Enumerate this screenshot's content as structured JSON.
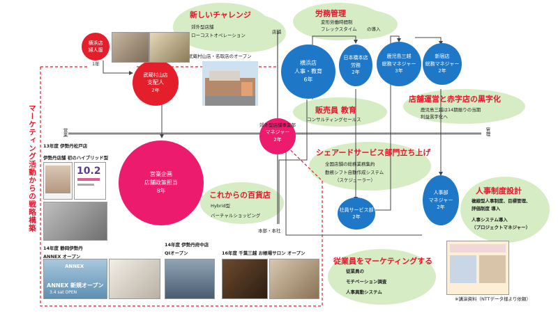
{
  "axis": {
    "left": "営業",
    "right": "管理",
    "top": "店舗",
    "bottom": "本部・本社"
  },
  "vertical_title": "マーケティング活動からの戦略構築",
  "circles": {
    "yokohama_top": {
      "line1": "横浜店",
      "line2": "婦人服",
      "years": "1年"
    },
    "musashi": {
      "line1": "武蔵村山店",
      "line2": "支配人",
      "years": "2年"
    },
    "yokohama_hr": {
      "line1": "横浜店",
      "line2": "人事・教育",
      "years": "6年"
    },
    "nihonbashi": {
      "line1": "日本橋本店",
      "line2": "労務",
      "years": "2年"
    },
    "kagoshima": {
      "line1": "鹿児島三越",
      "line2": "総務マネジャー",
      "years": "3年"
    },
    "shinjuku": {
      "line1": "新宿店",
      "line2": "総務マネジャー",
      "years": "2年"
    },
    "suburban": {
      "line1": "郊外型店舗事業部",
      "line2": "マネジャー",
      "years": "2年"
    },
    "sales": {
      "line1": "営業企画",
      "line2": "店舗政策担当",
      "years": "8年"
    },
    "shared": {
      "line1": "社員サービス部",
      "years": "2年"
    },
    "hr_dept": {
      "line1": "人事部",
      "line2": "マネジャー",
      "years": "2年"
    }
  },
  "notes": {
    "new_challenge": {
      "heading": "新しいチャレンジ",
      "l1": "郊外型店舗",
      "l2": "ローコストオペレーション"
    },
    "musashi_open": "武蔵村山店・名取店のオープン",
    "labor": {
      "heading": "労務管理",
      "l1": "変形労働時間制",
      "l2": "フレックスタイム",
      "l3": "の導入"
    },
    "sales_edu": {
      "heading": "販売員 教育",
      "l1": "コンサルティングセールス"
    },
    "kuroji": {
      "heading": "店舗運営と赤字店の黒字化",
      "l1": "鹿児島三越は14期振りの当期",
      "l2": "利益黒字化へ"
    },
    "shared_setup": {
      "heading": "シェアードサービス部門立ち上げ",
      "l1": "全国店舗の総務業務集約",
      "l2": "勤務シフト自動作成システム",
      "l3": "（スケジューラー）"
    },
    "future_dept": {
      "heading": "これからの百貨店",
      "l1": "Hybrid型",
      "l2": "バーチャルショッピング"
    },
    "hr_design": {
      "heading": "人事制度設計",
      "l1": "複線型人事制度、目標管理、",
      "l2": "評価制度 導入",
      "l3": "人事システム導入",
      "l4": "（プロジェクトマネジャー）"
    },
    "employee_mkt": {
      "heading": "従業員をマーケティングする",
      "l1": "従業員の",
      "l2": "モチベーション調査",
      "l3": "人事異動システム"
    }
  },
  "events": {
    "matsudo": "13年度 伊勢丹松戸店",
    "isetan_hybrid": "伊勢丹店舗 初のハイブリッド型",
    "shizuoka_1": "14年度 静岡伊勢丹",
    "shizuoka_2": "ANNEX オープン",
    "fuchu_1": "14年度 伊勢丹府中店",
    "fuchu_2": "QIオープン",
    "chiba": "16年度 千葉三越 お帳場サロン オープン"
  },
  "photo_text": {
    "big_date": "10.2",
    "annex": "ANNEX",
    "annex_open": "ANNEX 新規オープン",
    "annex_date": "3.4 sat OPEN"
  },
  "lecture": "※講演資料（NTTデータ様より依頼）",
  "colors": {
    "red": "#e41f2b",
    "pink": "#ec1b6e",
    "blue": "#1f78c7",
    "cloud": "#d6ecc4"
  }
}
